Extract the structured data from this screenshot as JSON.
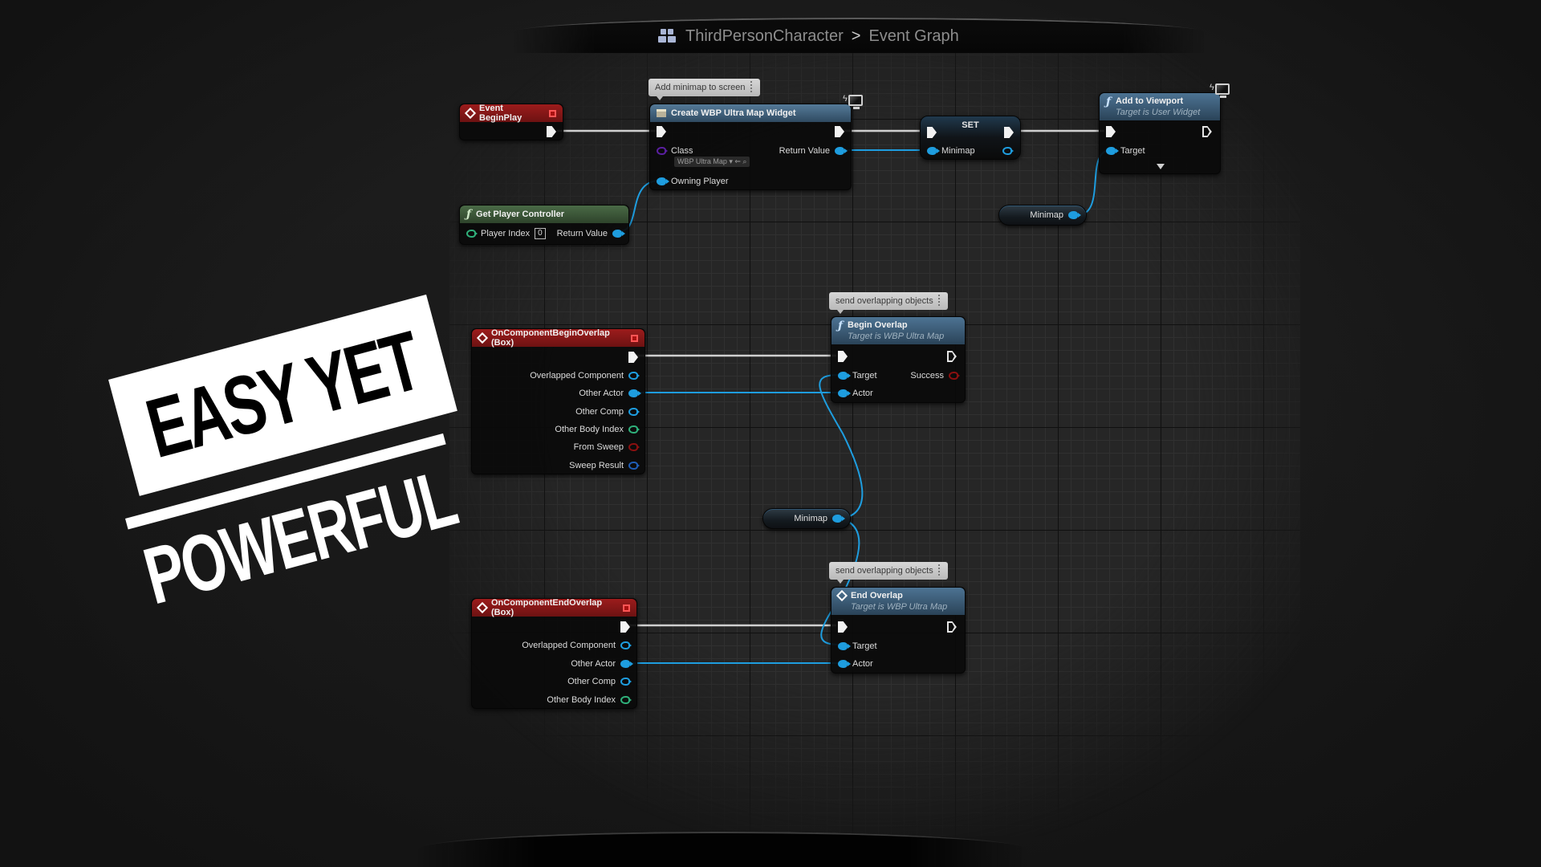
{
  "breadcrumb": {
    "icon": "blueprint-grid-icon",
    "blueprint": "ThirdPersonCharacter",
    "separator": ">",
    "graph": "Event Graph"
  },
  "overlay": {
    "line1": "EASY YET",
    "line2": "POWERFUL"
  },
  "comments": {
    "add_minimap": "Add minimap to screen",
    "send_overlap_begin": "send overlapping objects",
    "send_overlap_end": "send overlapping objects"
  },
  "nodes": {
    "event_begin_play": {
      "title": "Event BeginPlay",
      "icon": "event-diamond-icon"
    },
    "create_widget": {
      "title": "Create WBP Ultra Map Widget",
      "icon": "widget-icon",
      "class_label": "Class",
      "class_value": "WBP Ultra Map",
      "return_label": "Return Value",
      "owning_player_label": "Owning Player"
    },
    "get_player_controller": {
      "title": "Get Player Controller",
      "icon": "function-icon",
      "player_index_label": "Player Index",
      "player_index_value": "0",
      "return_label": "Return Value"
    },
    "set_minimap": {
      "title": "SET",
      "pin_label": "Minimap"
    },
    "add_to_viewport": {
      "title": "Add to Viewport",
      "subtitle": "Target is User Widget",
      "icon": "function-icon",
      "target_label": "Target"
    },
    "minimap_getter_top": {
      "label": "Minimap"
    },
    "minimap_getter_mid": {
      "label": "Minimap"
    },
    "on_begin_overlap": {
      "title": "OnComponentBeginOverlap (Box)",
      "icon": "event-diamond-icon",
      "pins": [
        {
          "label": "Overlapped Component",
          "color": "#1e9ddf",
          "filled": false
        },
        {
          "label": "Other Actor",
          "color": "#1e9ddf",
          "filled": true
        },
        {
          "label": "Other Comp",
          "color": "#1e9ddf",
          "filled": false
        },
        {
          "label": "Other Body Index",
          "color": "#2fb07a",
          "filled": false
        },
        {
          "label": "From Sweep",
          "color": "#8a1010",
          "filled": false
        },
        {
          "label": "Sweep Result",
          "color": "#1f5db5",
          "filled": false
        }
      ]
    },
    "on_end_overlap": {
      "title": "OnComponentEndOverlap (Box)",
      "icon": "event-diamond-icon",
      "pins": [
        {
          "label": "Overlapped Component",
          "color": "#1e9ddf",
          "filled": false
        },
        {
          "label": "Other Actor",
          "color": "#1e9ddf",
          "filled": true
        },
        {
          "label": "Other Comp",
          "color": "#1e9ddf",
          "filled": false
        },
        {
          "label": "Other Body Index",
          "color": "#2fb07a",
          "filled": false
        }
      ]
    },
    "begin_overlap": {
      "title": "Begin Overlap",
      "subtitle": "Target is WBP Ultra Map",
      "icon": "function-icon",
      "target_label": "Target",
      "actor_label": "Actor",
      "success_label": "Success"
    },
    "end_overlap": {
      "title": "End Overlap",
      "subtitle": "Target is WBP Ultra Map",
      "icon": "event-diamond-icon",
      "target_label": "Target",
      "actor_label": "Actor"
    }
  },
  "colors": {
    "exec_wire": "#cfcfcf",
    "object_wire": "#1e9ddf",
    "event_header": "#9c1c1c",
    "function_header_blue": "#4d7393",
    "function_header_green": "#4a6a46",
    "canvas": "#262626"
  }
}
